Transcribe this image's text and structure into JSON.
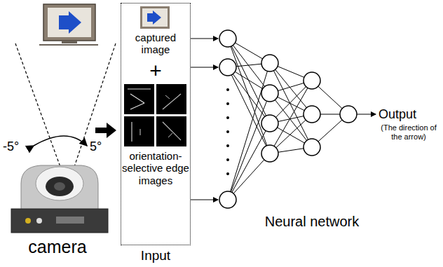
{
  "diagram": {
    "nodes": [
      {
        "text": [
          "captured image",
          "+",
          "orientation-selective edge images",
          "Input"
        ]
      }
    ],
    "labels": [
      "-5°",
      "5°",
      "camera",
      "Output",
      "(The direction of the arrow)",
      "Neural network"
    ]
  }
}
